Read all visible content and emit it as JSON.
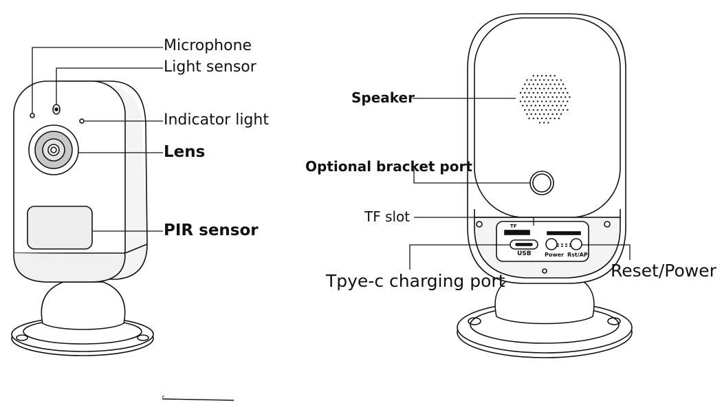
{
  "front_labels": {
    "microphone": "Microphone",
    "light_sensor": "Light sensor",
    "indicator_light": "Indicator light",
    "lens": "Lens",
    "pir_sensor": "PIR sensor"
  },
  "back_labels": {
    "speaker": "Speaker",
    "bracket_port": "Optional bracket port",
    "tf_slot": "TF slot",
    "typec_port": "Tpye-c charging port",
    "reset_power": "Reset/Power"
  },
  "port_markings": {
    "tf": "TF",
    "usb": "USB",
    "power": "Power",
    "rst_ap": "Rst/AP"
  },
  "colors": {
    "line": "#111111",
    "shade": "#ececec",
    "lens_ring": "#bdbdbd"
  }
}
